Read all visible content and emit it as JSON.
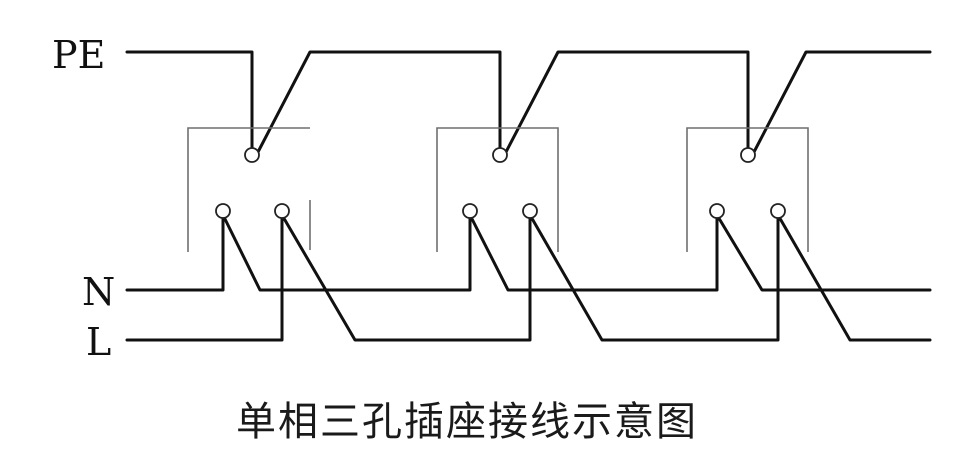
{
  "labels": {
    "pe": "PE",
    "n": "N",
    "l": "L"
  },
  "caption": "单相三孔插座接线示意图",
  "colors": {
    "wire": "#111111",
    "outline": "#6f6f6f",
    "background": "#ffffff"
  },
  "sockets": [
    {
      "holes": [
        "PE",
        "N",
        "L"
      ]
    },
    {
      "holes": [
        "PE",
        "N",
        "L"
      ]
    },
    {
      "holes": [
        "PE",
        "N",
        "L"
      ]
    }
  ]
}
